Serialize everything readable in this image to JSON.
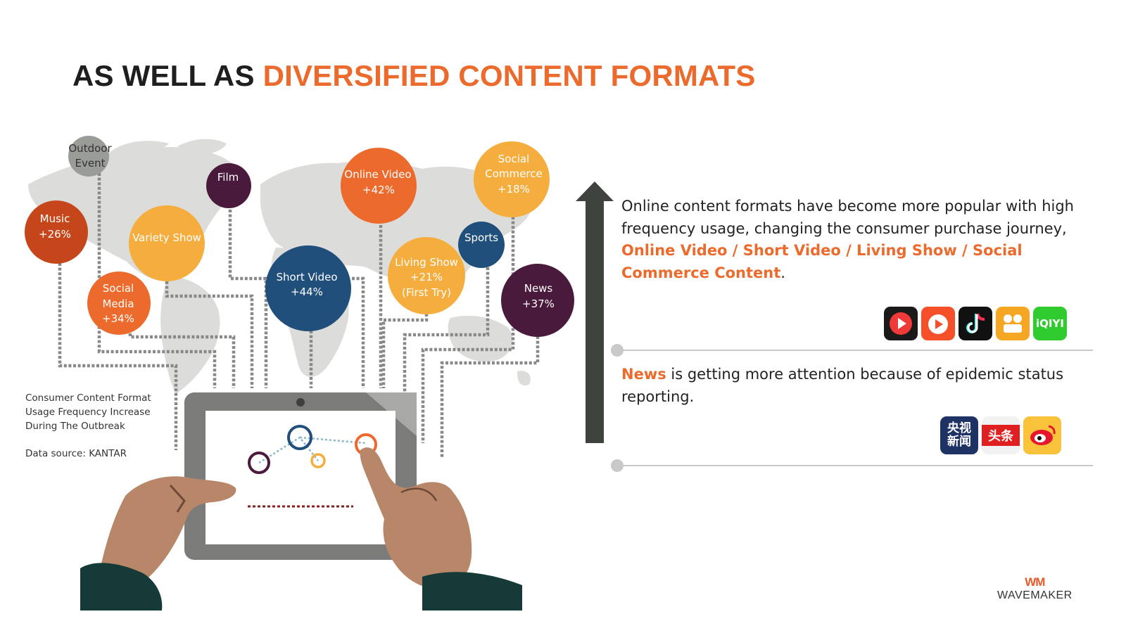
{
  "title": {
    "prefix": "AS WELL AS",
    "highlight": "DIVERSIFIED CONTENT FORMATS"
  },
  "bubbles": [
    {
      "id": "outdoor",
      "lines": [
        "Outdoor",
        "Event"
      ],
      "color": "#9a9c98"
    },
    {
      "id": "music",
      "lines": [
        "Music",
        "+26%"
      ],
      "color": "#c5461a"
    },
    {
      "id": "film",
      "lines": [
        "Film"
      ],
      "color": "#4a1a3c"
    },
    {
      "id": "variety",
      "lines": [
        "Variety Show"
      ],
      "color": "#f5ae3e"
    },
    {
      "id": "social-media",
      "lines": [
        "Social",
        "Media",
        "+34%"
      ],
      "color": "#ec6a2c"
    },
    {
      "id": "short-video",
      "lines": [
        "Short Video",
        "+44%"
      ],
      "color": "#1f4f7a"
    },
    {
      "id": "online-video",
      "lines": [
        "Online Video",
        "+42%"
      ],
      "color": "#ec6a2c"
    },
    {
      "id": "living-show",
      "lines": [
        "Living Show",
        "+21%",
        "(First Try)"
      ],
      "color": "#f5ae3e"
    },
    {
      "id": "sports",
      "lines": [
        "Sports"
      ],
      "color": "#1f4f7a"
    },
    {
      "id": "social-commerce",
      "lines": [
        "Social",
        "Commerce",
        "+18%"
      ],
      "color": "#f5ae3e"
    },
    {
      "id": "news",
      "lines": [
        "News",
        "+37%"
      ],
      "color": "#4a1a3c"
    }
  ],
  "note": {
    "lines": [
      "Consumer Content Format",
      "Usage Frequency Increase",
      "During The Outbreak"
    ],
    "source": "Data source: KANTAR"
  },
  "panel1": {
    "text": "Online content formats have become more popular with high frequency usage, changing the consumer purchase journey, ",
    "highlight": "Online Video / Short Video / Living Show / Social Commerce Content",
    "end": "."
  },
  "panel2": {
    "highlight": "News",
    "text": " is getting more attention because of epidemic status reporting."
  },
  "apps_row1": [
    {
      "name": "kuaishou-app-icon",
      "bg": "#1a1a1a"
    },
    {
      "name": "douyin-video-app-icon",
      "bg": "#f5502a"
    },
    {
      "name": "tiktok-app-icon",
      "bg": "#111111"
    },
    {
      "name": "youku-app-icon",
      "bg": "#f5a623"
    },
    {
      "name": "iqiyi-app-icon",
      "bg": "#2fcb2f",
      "label": "iQIYI"
    }
  ],
  "apps_row2": [
    {
      "name": "cctv-news-app-icon",
      "bg": "#1e3264",
      "label": "央视 新闻"
    },
    {
      "name": "toutiao-app-icon",
      "bg": "#e8e8e8",
      "label": "头条"
    },
    {
      "name": "weibo-app-icon",
      "bg": "#f8c23a"
    }
  ],
  "logo": {
    "mark": "WM",
    "word": "WAVEMAKER"
  },
  "colors": {
    "accent": "#ec6a2c",
    "dark": "#1e1e1e",
    "arrow": "#3f433e"
  }
}
